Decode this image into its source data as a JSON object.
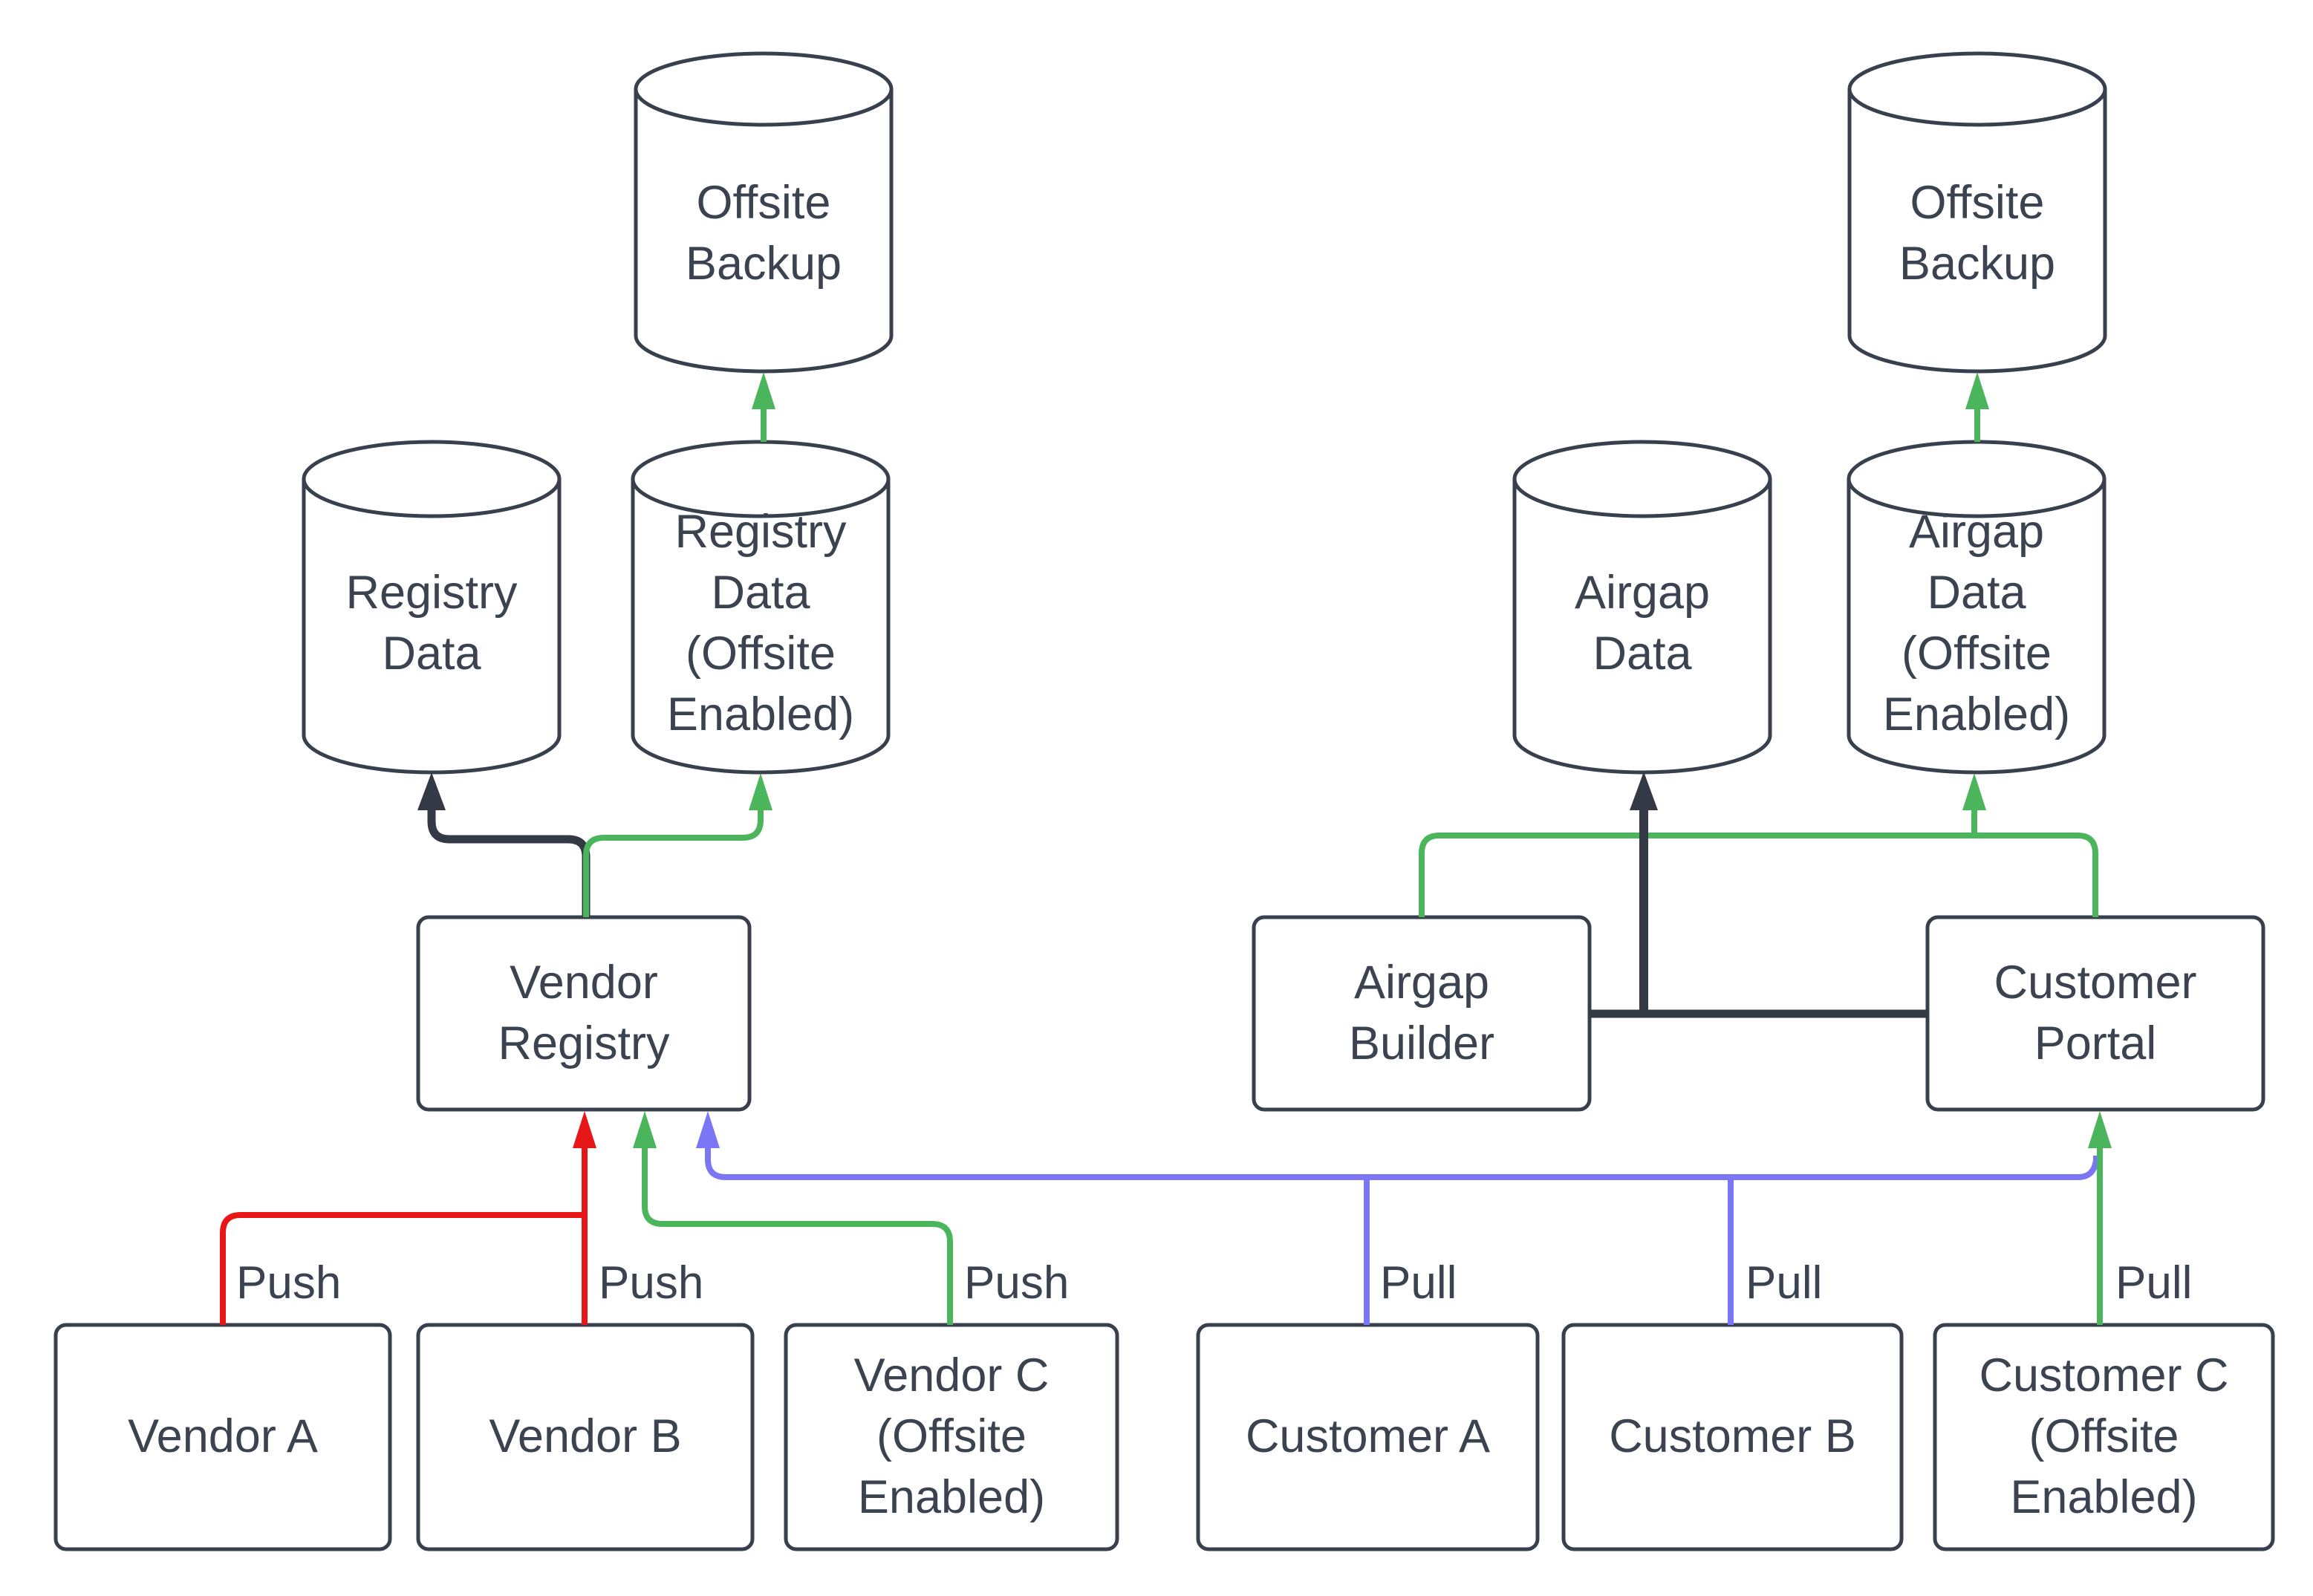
{
  "diagram_title": "Registry and Airgap Distribution Diagram",
  "colors": {
    "background": "#ffffff",
    "node_fill": "#ffffff",
    "node_stroke": "#39404d",
    "text": "#3b4250",
    "dark_link": "#333a46",
    "green": "#4ab55a",
    "red": "#e81717",
    "blue": "#7b76f3"
  },
  "nodes": {
    "offsite_backup_left": {
      "label": "Offsite\nBackup"
    },
    "registry_data": {
      "label": "Registry\nData"
    },
    "registry_data_offsite": {
      "label": "Registry\nData\n(Offsite\nEnabled)"
    },
    "vendor_registry": {
      "label": "Vendor\nRegistry"
    },
    "vendor_a": {
      "label": "Vendor A"
    },
    "vendor_b": {
      "label": "Vendor B"
    },
    "vendor_c": {
      "label": "Vendor C\n(Offsite\nEnabled)"
    },
    "offsite_backup_right": {
      "label": "Offsite\nBackup"
    },
    "airgap_data": {
      "label": "Airgap\nData"
    },
    "airgap_data_offsite": {
      "label": "Airgap\nData\n(Offsite\nEnabled)"
    },
    "airgap_builder": {
      "label": "Airgap\nBuilder"
    },
    "customer_portal": {
      "label": "Customer\nPortal"
    },
    "customer_a": {
      "label": "Customer A"
    },
    "customer_b": {
      "label": "Customer B"
    },
    "customer_c": {
      "label": "Customer C\n(Offsite\nEnabled)"
    }
  },
  "edge_labels": {
    "push_vendor_a": "Push",
    "push_vendor_b": "Push",
    "push_vendor_c": "Push",
    "pull_customer_a": "Pull",
    "pull_customer_b": "Pull",
    "pull_customer_c": "Pull"
  }
}
